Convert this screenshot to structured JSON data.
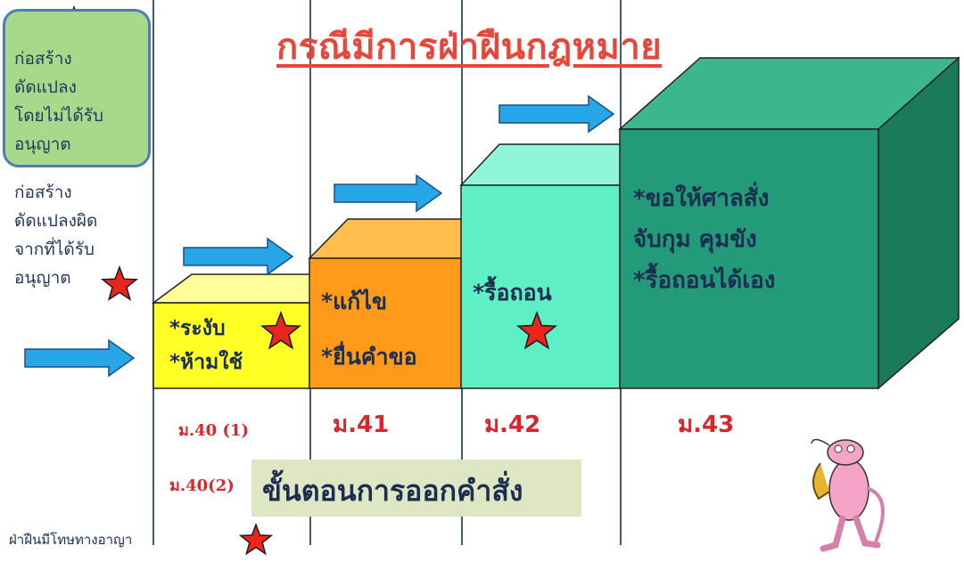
{
  "title": "กรณีมีการฝ่าฝืนกฎหมาย",
  "left_panel": {
    "box_text": "ก่อสร้าง\nดัดแปลง\nโดยไม่ได้รับ\nอนุญาต",
    "text": "ก่อสร้าง\nดัดแปลงผิด\nจากที่ได้รับ\nอนุญาต"
  },
  "stages": [
    {
      "text": "*ระงับ\n*ห้ามใช้",
      "section": "ม.40 (1)",
      "color": "#ffff26"
    },
    {
      "text": "*แก้ไข\n*ยื่นคำขอ",
      "section": "ม.41",
      "color": "#ff9a1a"
    },
    {
      "text": "*รื้อถอน",
      "section": "ม.42",
      "color": "#5ef0c4"
    },
    {
      "text": "*ขอให้ศาลสั่ง\nจับกุม คุมขัง\n*รื้อถอนได้เอง",
      "section": "ม.43",
      "color": "#239b78"
    }
  ],
  "section_40_2": "ม.40(2)",
  "process_label": "ขั้นตอนการออกคำสั่ง",
  "footer_note": "ฝ่าฝืนมีโทษทางอาญา",
  "colors": {
    "title": "#e8463a",
    "arrow": "#26a6e6",
    "star": "#e8261c",
    "section": "#d9262a"
  }
}
